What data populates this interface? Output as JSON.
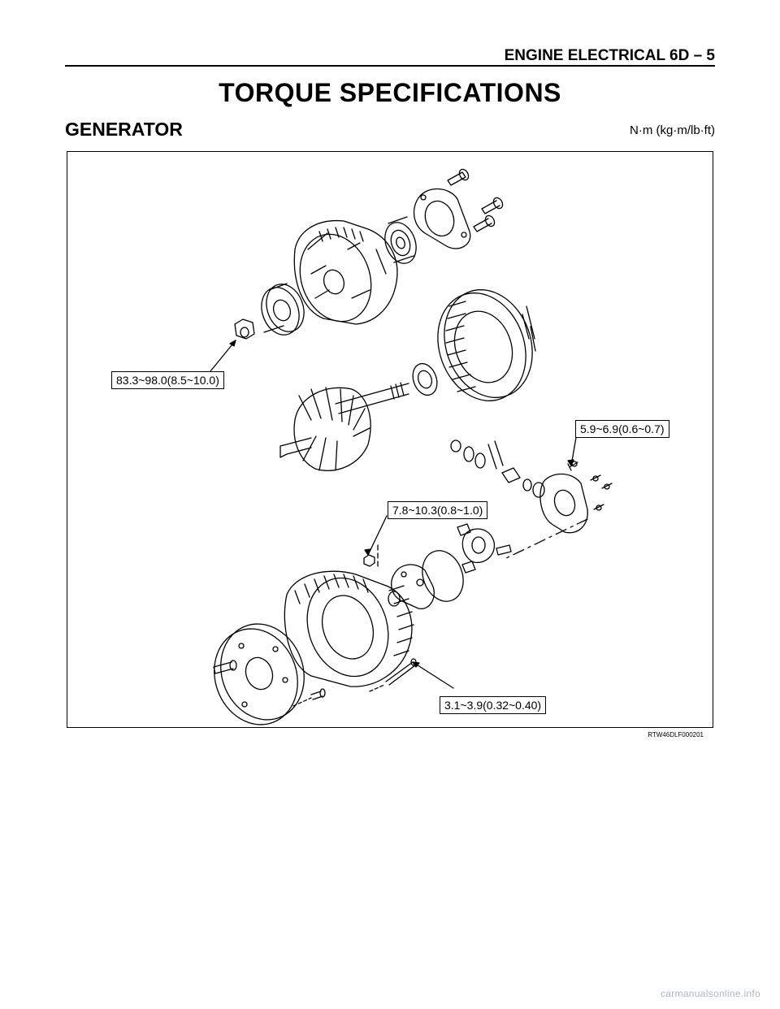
{
  "header": {
    "running_title": "ENGINE ELECTRICAL   6D – 5"
  },
  "page": {
    "title": "TORQUE SPECIFICATIONS",
    "section": "GENERATOR",
    "units": "N·m (kg·m/lb·ft)"
  },
  "figure": {
    "callouts": {
      "pulley_nut": "83.3~98.0(8.5~10.0)",
      "regulator_screw": "5.9~6.9(0.6~0.7)",
      "terminal_nut": "7.8~10.3(0.8~1.0)",
      "through_bolt": "3.1~3.9(0.32~0.40)"
    },
    "code": "RTW46DLF000201"
  },
  "footer": {
    "watermark": "carmanualsonline.info"
  }
}
